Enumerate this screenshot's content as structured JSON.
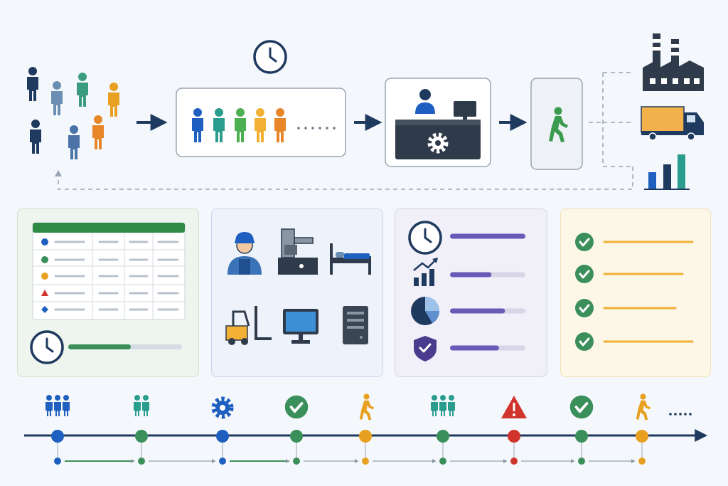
{
  "colors": {
    "navy": "#1f3a5f",
    "blue": "#1f5fbf",
    "green": "#3b8f5a",
    "orange": "#e8a020",
    "red": "#d0342c",
    "purple": "#6a5ab8",
    "teal": "#2a9d8f",
    "gray": "#6b7a8c"
  },
  "diagram": {
    "top_flow": [
      "crowd",
      "queue",
      "service-desk",
      "exit",
      "destinations"
    ],
    "destinations": [
      "factory-icon",
      "truck-icon",
      "bar-chart-icon"
    ],
    "panels": [
      "data-table",
      "resources",
      "kpi-metrics",
      "checklist"
    ],
    "resources": [
      "worker-icon",
      "machine-icon",
      "bed-icon",
      "forklift-icon",
      "computer-icon",
      "server-icon"
    ],
    "kpi_icons": [
      "clock-icon",
      "trend-chart-icon",
      "pie-chart-icon",
      "shield-check-icon"
    ],
    "kpi_levels": [
      1.0,
      0.55,
      0.73,
      0.65
    ],
    "data_progress": 0.55,
    "table_markers": [
      "circle-blue",
      "circle-green",
      "circle-orange",
      "triangle-red",
      "diamond-blue"
    ],
    "checklist_items": 4,
    "timeline_events": [
      "people-group",
      "pair",
      "gear",
      "check",
      "walker",
      "group",
      "warning",
      "check",
      "walker"
    ],
    "timeline_more": "....."
  }
}
